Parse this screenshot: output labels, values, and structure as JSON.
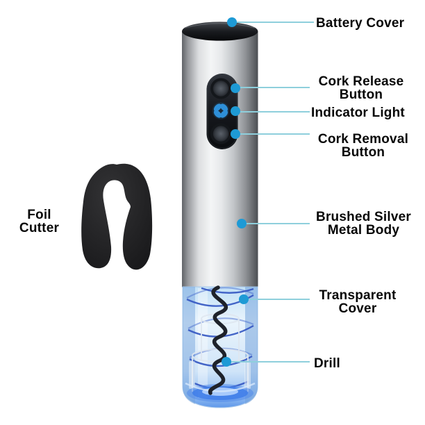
{
  "colors": {
    "page-background": "#ffffff",
    "callout-line": "#8ecfdc",
    "callout-dot": "#1e9ad5",
    "label-text": "#070707",
    "indicator-light-blue": "#2e8fd8"
  },
  "product": {
    "type": "electric wine opener parts diagram",
    "icons": [
      "indicator-clover-icon"
    ]
  },
  "callouts": [
    {
      "id": "battery-cover",
      "lines": [
        "Battery Cover"
      ]
    },
    {
      "id": "cork-release-button",
      "lines": [
        "Cork Release",
        "Button"
      ]
    },
    {
      "id": "indicator-light",
      "lines": [
        "Indicator Light"
      ]
    },
    {
      "id": "cork-removal-button",
      "lines": [
        "Cork Removal",
        "Button"
      ]
    },
    {
      "id": "brushed-silver-metal-body",
      "lines": [
        "Brushed Silver",
        "Metal Body"
      ]
    },
    {
      "id": "transparent-cover",
      "lines": [
        "Transparent",
        "Cover"
      ]
    },
    {
      "id": "drill",
      "lines": [
        "Drill"
      ]
    }
  ],
  "foil_cutter": {
    "id": "foil-cutter",
    "lines": [
      "Foil",
      "Cutter"
    ]
  }
}
